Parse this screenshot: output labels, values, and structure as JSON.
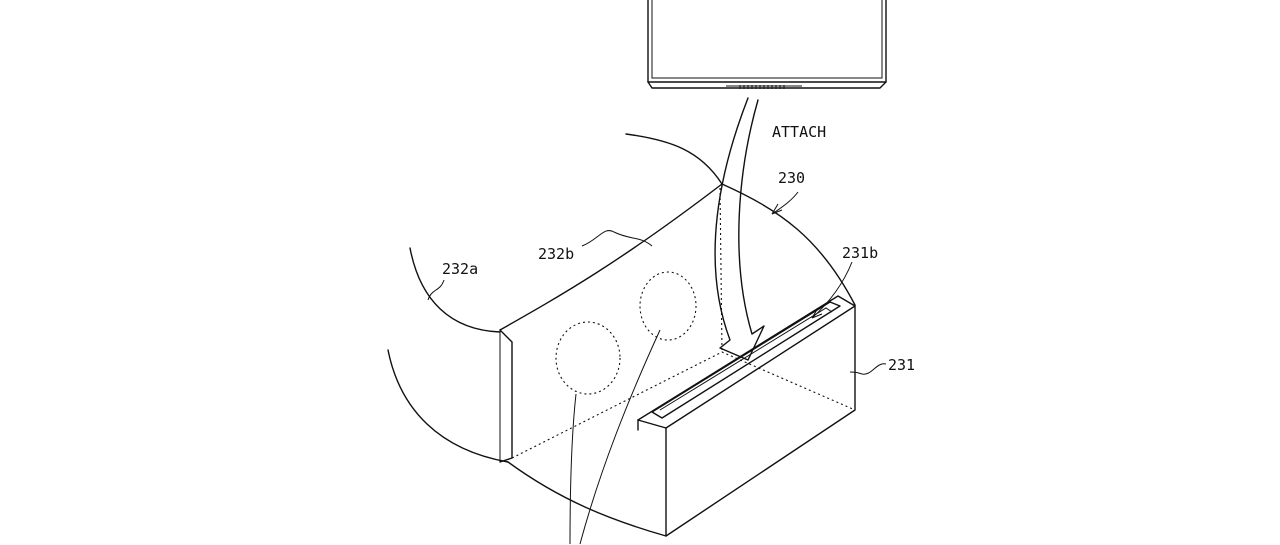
{
  "labels": {
    "attach": "ATTACH",
    "ref_230": "230",
    "ref_231": "231",
    "ref_231b": "231b",
    "ref_232a": "232a",
    "ref_232b": "232b"
  },
  "colors": {
    "ink": "#111111",
    "paper": "#ffffff"
  }
}
